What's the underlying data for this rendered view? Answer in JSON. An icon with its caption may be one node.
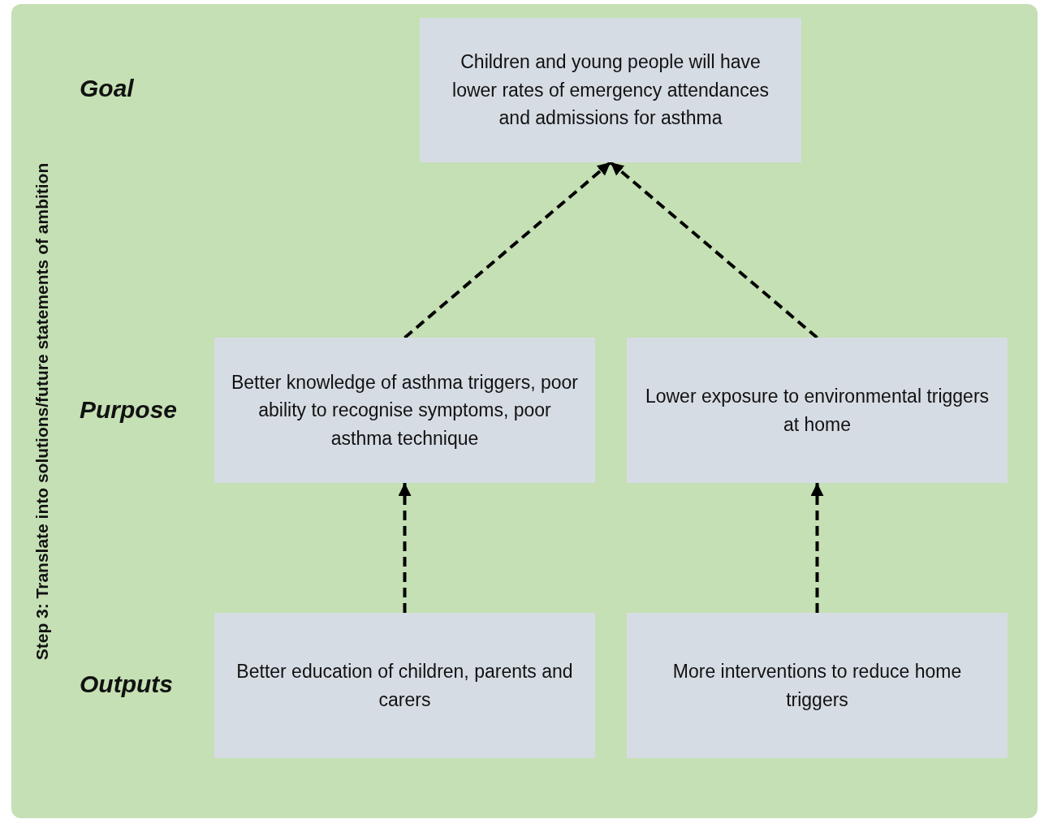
{
  "diagram": {
    "nodes": [
      {
        "text": [
          "Step 3: Translate into solutions/future statements of ambition"
        ]
      },
      {
        "text": [
          "Children and young people will have lower rates of emergency attendances and admissions for asthma"
        ],
        "in": 0
      },
      {
        "text": [
          "Better knowledge of asthma triggers, poor ability to recognise symptoms, poor asthma technique"
        ],
        "in": 0
      },
      {
        "text": [
          "Lower exposure to environmental triggers at home"
        ],
        "in": 0
      },
      {
        "text": [
          "Better education of children, parents and carers"
        ],
        "in": 0
      },
      {
        "text": [
          "More interventions to reduce home triggers"
        ],
        "in": 0
      }
    ],
    "edges": [
      {
        "from": 2,
        "to": 1,
        "arrow": "to",
        "style": "dashed"
      },
      {
        "from": 3,
        "to": 1,
        "arrow": "to",
        "style": "dashed"
      },
      {
        "from": 4,
        "to": 2,
        "arrow": "to",
        "style": "dashed"
      },
      {
        "from": 5,
        "to": 3,
        "arrow": "to",
        "style": "dashed"
      }
    ],
    "labels": [
      "Goal",
      "Purpose",
      "Outputs"
    ]
  }
}
